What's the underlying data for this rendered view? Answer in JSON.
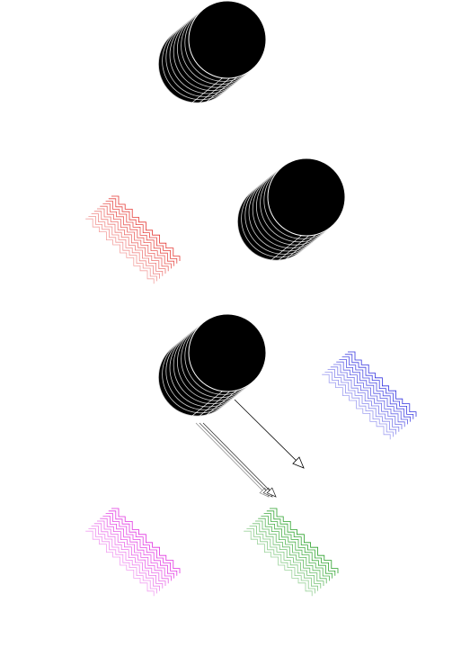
{
  "colors": {
    "background": "#ffffff",
    "disk_fill": "#000000",
    "disk_stroke": "#ffffff",
    "arrow": "#000000",
    "zigzag_red": "#e53935",
    "zigzag_blue": "#3535e0",
    "zigzag_magenta": "#e030e0",
    "zigzag_green": "#28a028"
  },
  "shapes": {
    "disk_stacks": [
      "disk-stack-top",
      "disk-stack-middle",
      "disk-stack-lower"
    ],
    "zigzag_stacks": [
      "zigzag-red",
      "zigzag-blue",
      "zigzag-magenta",
      "zigzag-green"
    ],
    "arrows": [
      "arrow-single",
      "arrow-triple"
    ]
  }
}
